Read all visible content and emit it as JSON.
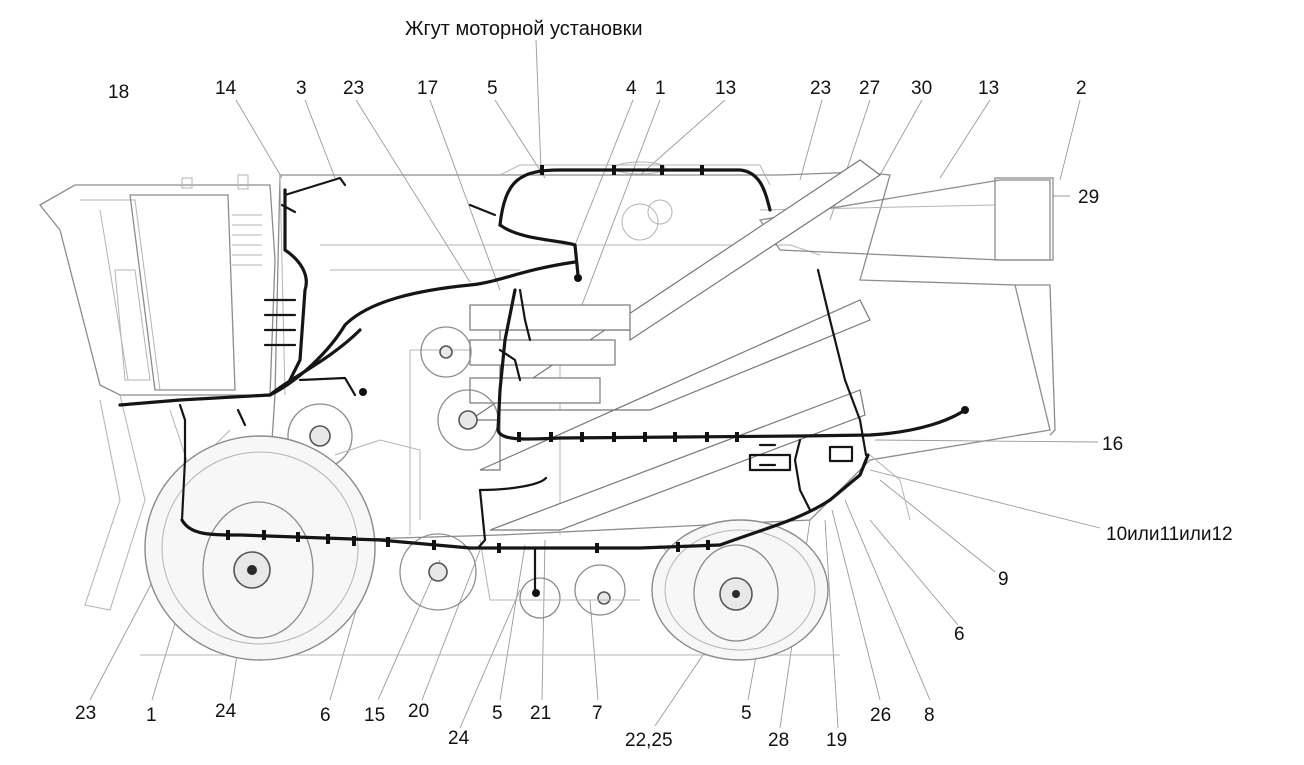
{
  "title": "Жгут моторной установки",
  "callouts": [
    {
      "id": "c-top-18",
      "text": "18"
    },
    {
      "id": "c-top-14",
      "text": "14"
    },
    {
      "id": "c-top-3",
      "text": "3"
    },
    {
      "id": "c-top-23a",
      "text": "23"
    },
    {
      "id": "c-top-17",
      "text": "17"
    },
    {
      "id": "c-top-5",
      "text": "5"
    },
    {
      "id": "c-top-4",
      "text": "4"
    },
    {
      "id": "c-top-1",
      "text": "1"
    },
    {
      "id": "c-top-13a",
      "text": "13"
    },
    {
      "id": "c-top-23b",
      "text": "23"
    },
    {
      "id": "c-top-27",
      "text": "27"
    },
    {
      "id": "c-top-30",
      "text": "30"
    },
    {
      "id": "c-top-13b",
      "text": "13"
    },
    {
      "id": "c-top-2",
      "text": "2"
    },
    {
      "id": "c-right-29",
      "text": "29"
    },
    {
      "id": "c-right-16",
      "text": "16"
    },
    {
      "id": "c-right-10-11-12",
      "text": "10или11или12"
    },
    {
      "id": "c-right-9",
      "text": "9"
    },
    {
      "id": "c-right-6",
      "text": "6"
    },
    {
      "id": "c-bot-23",
      "text": "23"
    },
    {
      "id": "c-bot-1",
      "text": "1"
    },
    {
      "id": "c-bot-24a",
      "text": "24"
    },
    {
      "id": "c-bot-6",
      "text": "6"
    },
    {
      "id": "c-bot-15",
      "text": "15"
    },
    {
      "id": "c-bot-20",
      "text": "20"
    },
    {
      "id": "c-bot-24b",
      "text": "24"
    },
    {
      "id": "c-bot-5a",
      "text": "5"
    },
    {
      "id": "c-bot-21",
      "text": "21"
    },
    {
      "id": "c-bot-7",
      "text": "7"
    },
    {
      "id": "c-bot-22-25",
      "text": "22,25"
    },
    {
      "id": "c-bot-5b",
      "text": "5"
    },
    {
      "id": "c-bot-28",
      "text": "28"
    },
    {
      "id": "c-bot-19",
      "text": "19"
    },
    {
      "id": "c-bot-26",
      "text": "26"
    },
    {
      "id": "c-bot-8",
      "text": "8"
    }
  ]
}
